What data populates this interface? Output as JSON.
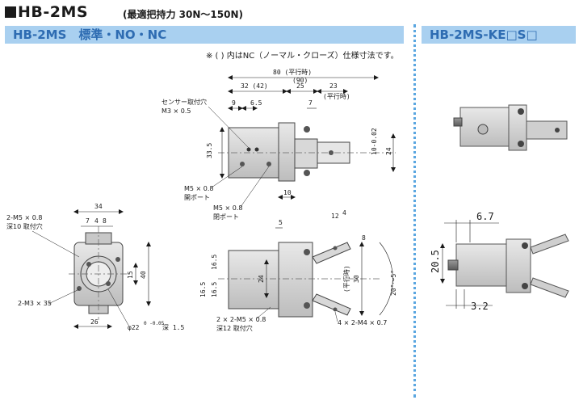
{
  "header": {
    "title": "HB-2MS",
    "subtitle": "(最適把持力 30N～150N)"
  },
  "sections": {
    "left_title": "HB-2MS　標準・NO・NC",
    "right_title": "HB-2MS-KE□S□"
  },
  "note": "※ ( ) 内はNC（ノーマル・クローズ）仕様寸法です。",
  "top_view": {
    "dims": {
      "overall": "80 (平行時)",
      "overall_nc": "(90)",
      "d1": "32 (42)",
      "d2": "25",
      "d3": "23",
      "d3_note": "(平行時)",
      "d4": "9",
      "d5": "6.5",
      "d6": "7",
      "h1": "33.5",
      "h2": "10-0.02",
      "h3": "24",
      "d7": "10"
    },
    "labels": {
      "sensor": "センサー取付穴",
      "sensor_size": "M3 × 0.5",
      "port1": "M5 × 0.8",
      "port1_name": "開ポート",
      "port2": "M5 × 0.8",
      "port2_name": "閉ポート"
    }
  },
  "front_view": {
    "dims": {
      "w": "34",
      "a": "7",
      "b": "4",
      "c": "8",
      "h15": "15",
      "h40": "40",
      "w26": "26",
      "dia": "φ22",
      "dia_tol": "0 -0.05",
      "depth": "深 1.5"
    },
    "labels": {
      "tap1": "2-M5 × 0.8",
      "tap1_depth": "深10 取付穴",
      "tap2": "2-M3 × 35"
    }
  },
  "side_view": {
    "dims": {
      "v1": "16.5",
      "v2": "16.5",
      "v3": "16.5",
      "v4": "24",
      "d5": "5",
      "d12": "12",
      "d4": "4",
      "d8": "8",
      "d30": "30",
      "ang": "20°～5°",
      "parallel": "(平行時)"
    },
    "labels": {
      "tap1": "2 × 2-M5 × 0.8",
      "tap1_depth": "深12 取付穴",
      "tap2": "4 × 2-M4 × 0.7"
    }
  },
  "ke_view": {
    "dims": {
      "a": "6.7",
      "b": "20.5",
      "c": "3.2"
    }
  }
}
